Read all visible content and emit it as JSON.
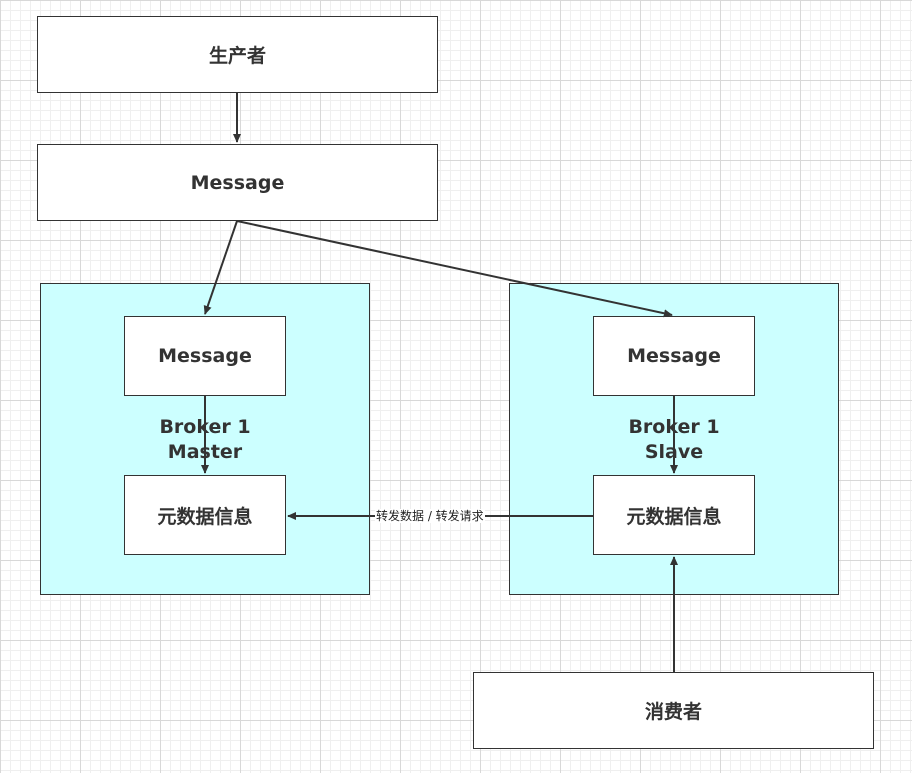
{
  "producer": {
    "label": "生产者"
  },
  "message": {
    "label": "Message"
  },
  "master": {
    "message_label": "Message",
    "title_line1": "Broker 1",
    "title_line2": "Master",
    "metadata_label": "元数据信息"
  },
  "slave": {
    "message_label": "Message",
    "title_line1": "Broker 1",
    "title_line2": "Slave",
    "metadata_label": "元数据信息"
  },
  "consumer": {
    "label": "消费者"
  },
  "edges": {
    "forward_label": "转发数据 / 转发请求"
  },
  "colors": {
    "container_fill": "#ccffff",
    "stroke": "#333333"
  }
}
